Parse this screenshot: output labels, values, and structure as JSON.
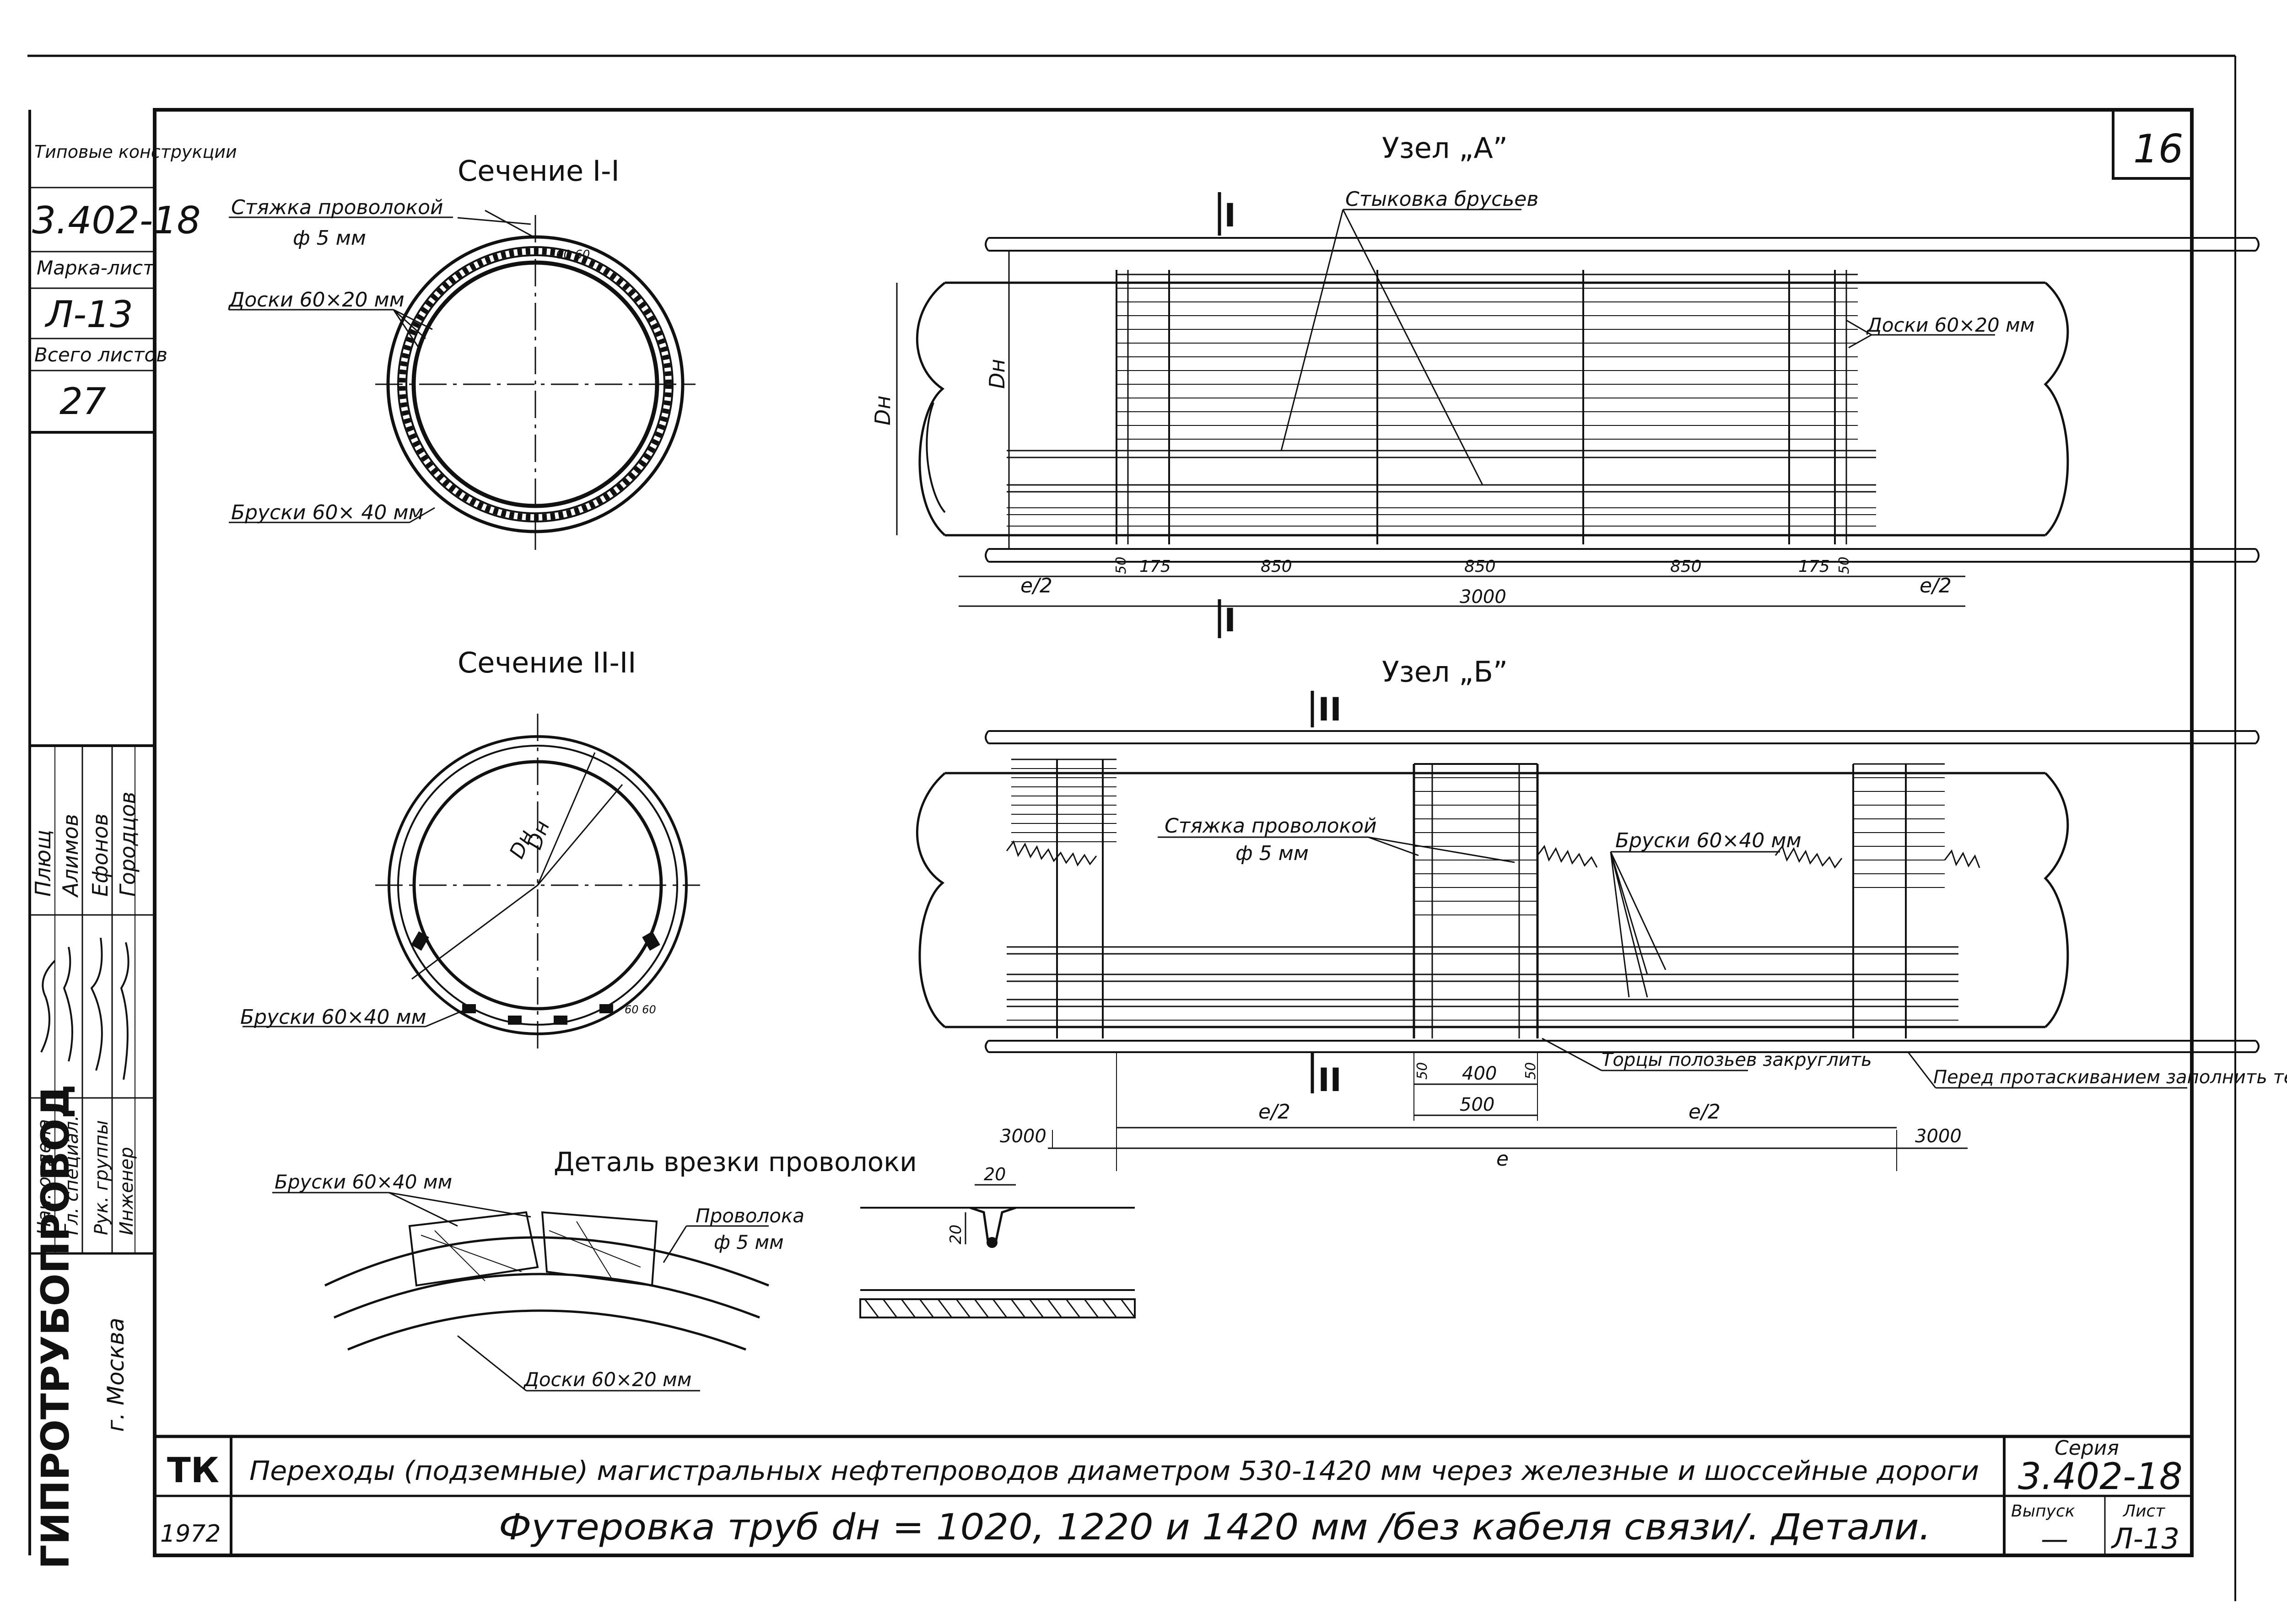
{
  "stamp_left": {
    "labels": [
      "Типовые конструкции",
      "3.402-18",
      "Марка-лист",
      "Л-13",
      "Всего листов",
      "27"
    ],
    "org": "ГИПРОТРУБОПРОВОД",
    "city": "г. Москва",
    "roles": [
      "Нач. отдела",
      "Гл. специал.",
      "Рук. группы",
      "Инженер"
    ],
    "names": [
      "Плющ",
      "Алимов",
      "Ефонов",
      "Городцов"
    ]
  },
  "sheet_number": "16",
  "section_1": {
    "title": "Сечение I-I",
    "callouts": [
      "Стяжка проволокой",
      "ф 5 мм",
      "Доски 60×20 мм",
      "Бруски 60× 40 мм",
      "60 60"
    ]
  },
  "section_2": {
    "title": "Сечение II-II",
    "callouts": [
      "Dн",
      "Dн",
      "Бруски 60×40 мм",
      "60 60"
    ]
  },
  "node_a": {
    "title": "Узел „А”",
    "cut_mark": "I",
    "callouts": [
      "Стыковка брусьев",
      "Доски 60×20 мм"
    ],
    "dims": [
      "Dн",
      "Dн",
      "e/2",
      "50",
      "175",
      "850",
      "850",
      "850",
      "175",
      "50",
      "3000",
      "e/2"
    ]
  },
  "node_b": {
    "title": "Узел „Б”",
    "cut_mark": "II",
    "callouts": [
      "Стяжка проволокой",
      "ф 5 мм",
      "Бруски 60×40 мм",
      "Торцы полозьев закруглить",
      "Перед протаскиванием заполнить техническим маслом"
    ],
    "dims": [
      "50",
      "400",
      "50",
      "500",
      "e/2",
      "e/2",
      "e",
      "3000",
      "3000"
    ]
  },
  "detail": {
    "title": "Деталь врезки проволоки",
    "callouts": [
      "Бруски 60×40 мм",
      "Проволока",
      "ф 5 мм",
      "Доски 60×20 мм",
      "20",
      "20"
    ]
  },
  "title_block": {
    "tk": "ТК",
    "year": "1972",
    "title_line": "Переходы (подземные) магистральных нефтепроводов диаметром 530-1420 мм через железные и шоссейные дороги",
    "subtitle": "Футеровка труб dн = 1020, 1220 и 1420 мм /без кабеля связи/. Детали.",
    "series_label": "Серия",
    "series": "3.402-18",
    "issue_label": "Выпуск",
    "issue": "—",
    "sheet_label": "Лист",
    "sheet": "Л-13"
  }
}
